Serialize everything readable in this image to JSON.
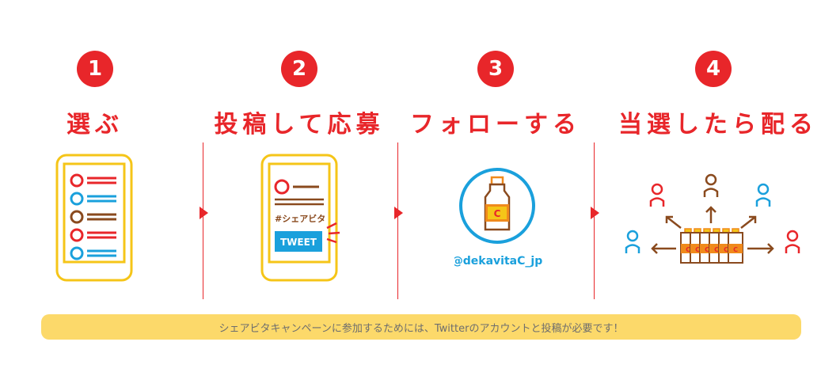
{
  "steps": [
    {
      "number": "1",
      "title": "選ぶ"
    },
    {
      "number": "2",
      "title": "投稿して応募"
    },
    {
      "number": "3",
      "title": "フォローする"
    },
    {
      "number": "4",
      "title": "当選したら配る"
    }
  ],
  "step2": {
    "hashtag": "#シェアビタ",
    "tweet_button": "TWEET"
  },
  "step3": {
    "handle": "@dekavitaC_jp",
    "bottle_letter": "C"
  },
  "step4": {
    "bottle_letter": "C"
  },
  "notice": {
    "text": "シェアビタキャンペーンに参加するためには、Twitterのアカウントと投稿が必要です！"
  },
  "colors": {
    "red": "#e8262a",
    "yellow": "#f5c518",
    "blue": "#1aa0dc",
    "brown": "#8a4a1e",
    "orange": "#f08a1c",
    "notice_bg": "#fcd96a"
  },
  "icons": [
    "phone-icon",
    "bottle-icon",
    "person-icon",
    "arrow-icon"
  ]
}
